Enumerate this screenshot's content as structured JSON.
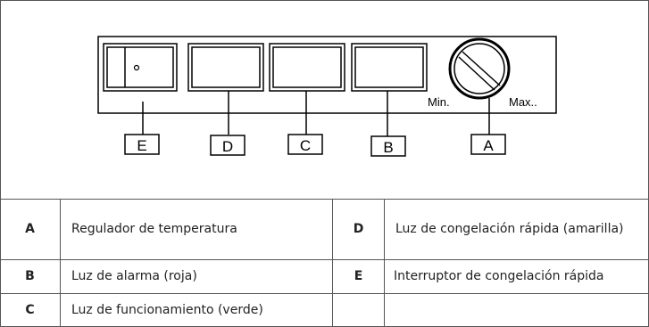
{
  "diagram": {
    "callouts": [
      {
        "letter": "E"
      },
      {
        "letter": "D"
      },
      {
        "letter": "C"
      },
      {
        "letter": "B"
      },
      {
        "letter": "A"
      }
    ],
    "dial_min_label": "Min.",
    "dial_max_label": "Max.."
  },
  "legend": {
    "rows": [
      {
        "key_left": "A",
        "desc_left": "Regulador de temperatura",
        "key_right": "D",
        "desc_right": "Luz de congelación rápida (amarilla)"
      },
      {
        "key_left": "B",
        "desc_left": "Luz de alarma (roja)",
        "key_right": "E",
        "desc_right": "Interruptor de congelación rápida"
      },
      {
        "key_left": "C",
        "desc_left": "Luz de funcionamiento (verde)",
        "key_right": "",
        "desc_right": ""
      }
    ]
  }
}
